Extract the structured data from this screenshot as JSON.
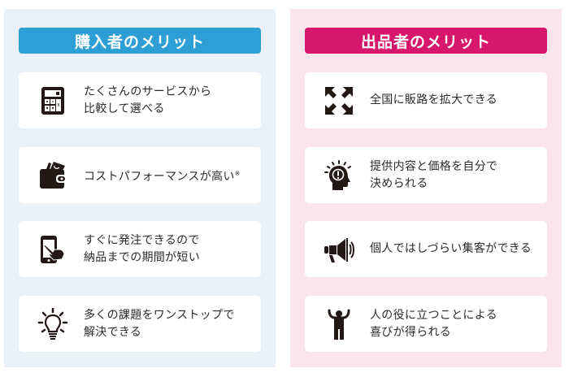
{
  "buyer": {
    "title": "購入者のメリット",
    "color": "#2e9fd5",
    "background": "#eaf1f9",
    "items": [
      {
        "icon": "calculator-icon",
        "line1": "たくさんのサービスから",
        "line2": "比較して選べる"
      },
      {
        "icon": "wallet-icon",
        "line1": "コストパフォーマンスが高い",
        "note": "※"
      },
      {
        "icon": "smartphone-tap-icon",
        "line1": "すぐに発注できるので",
        "line2": "納品までの期間が短い"
      },
      {
        "icon": "lightbulb-icon",
        "line1": "多くの課題をワンストップで",
        "line2": "解決できる"
      }
    ]
  },
  "seller": {
    "title": "出品者のメリット",
    "color": "#d6176b",
    "background": "#fbe5ec",
    "items": [
      {
        "icon": "expand-arrows-icon",
        "line1": "全国に販路を拡大できる"
      },
      {
        "icon": "head-idea-icon",
        "line1": "提供内容と価格を自分で",
        "line2": "決められる"
      },
      {
        "icon": "megaphone-icon",
        "line1": "個人ではしづらい集客ができる"
      },
      {
        "icon": "person-cheering-icon",
        "line1": "人の役に立つことによる",
        "line2": "喜びが得られる"
      }
    ]
  }
}
